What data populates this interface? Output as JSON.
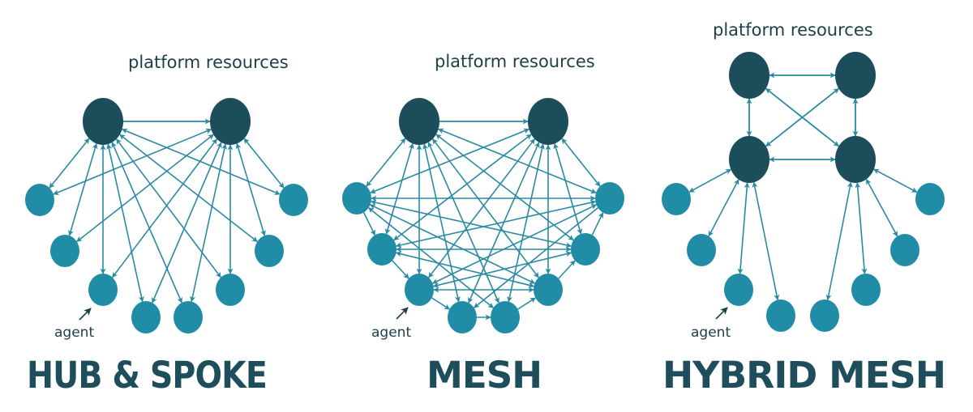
{
  "colors": {
    "hub": "#1b4e5a",
    "agent": "#208ca6",
    "edge": "#2a8aa3",
    "title": "#1e4d5b",
    "text": "#1d3f47",
    "background": "#ffffff"
  },
  "diagrams": [
    {
      "id": "hub-spoke",
      "title": "HUB & SPOKE",
      "resources_label": "platform resources",
      "agent_label": "agent",
      "hub_count": 2,
      "agent_count": 8,
      "connection_pattern": "each agent connected bidirectionally to both hubs; hub 1 points to hub 2"
    },
    {
      "id": "mesh",
      "title": "MESH",
      "resources_label": "platform resources",
      "agent_label": "agent",
      "hub_count": 2,
      "agent_count": 8,
      "connection_pattern": "every agent connected to both hubs and to other agents"
    },
    {
      "id": "hybrid-mesh",
      "title": "HYBRID MESH",
      "resources_label": "platform resources",
      "agent_label": "agent",
      "hub_count": 4,
      "agent_count": 8,
      "connection_pattern": "four hubs fully interconnected; each agent connected bidirectionally to its nearest hub"
    }
  ]
}
